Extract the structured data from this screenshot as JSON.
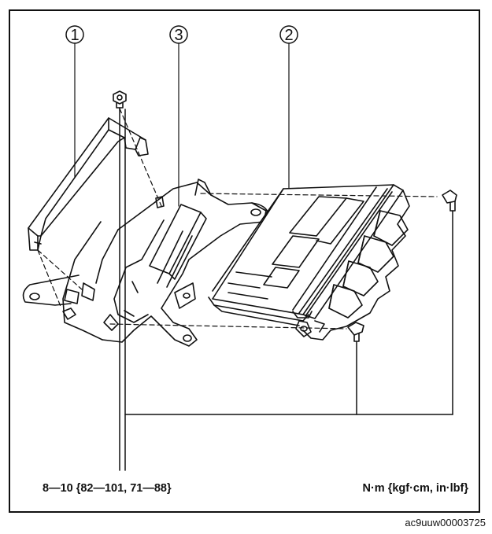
{
  "callouts": [
    {
      "id": "1",
      "label": "1"
    },
    {
      "id": "2",
      "label": "2"
    },
    {
      "id": "3",
      "label": "3"
    }
  ],
  "torque_spec": "8—10 {82—101, 71—88}",
  "torque_units": "N·m {kgf·cm, in·lbf}",
  "image_code": "ac9uuw00003725",
  "colors": {
    "line": "#111111",
    "background": "#ffffff"
  }
}
